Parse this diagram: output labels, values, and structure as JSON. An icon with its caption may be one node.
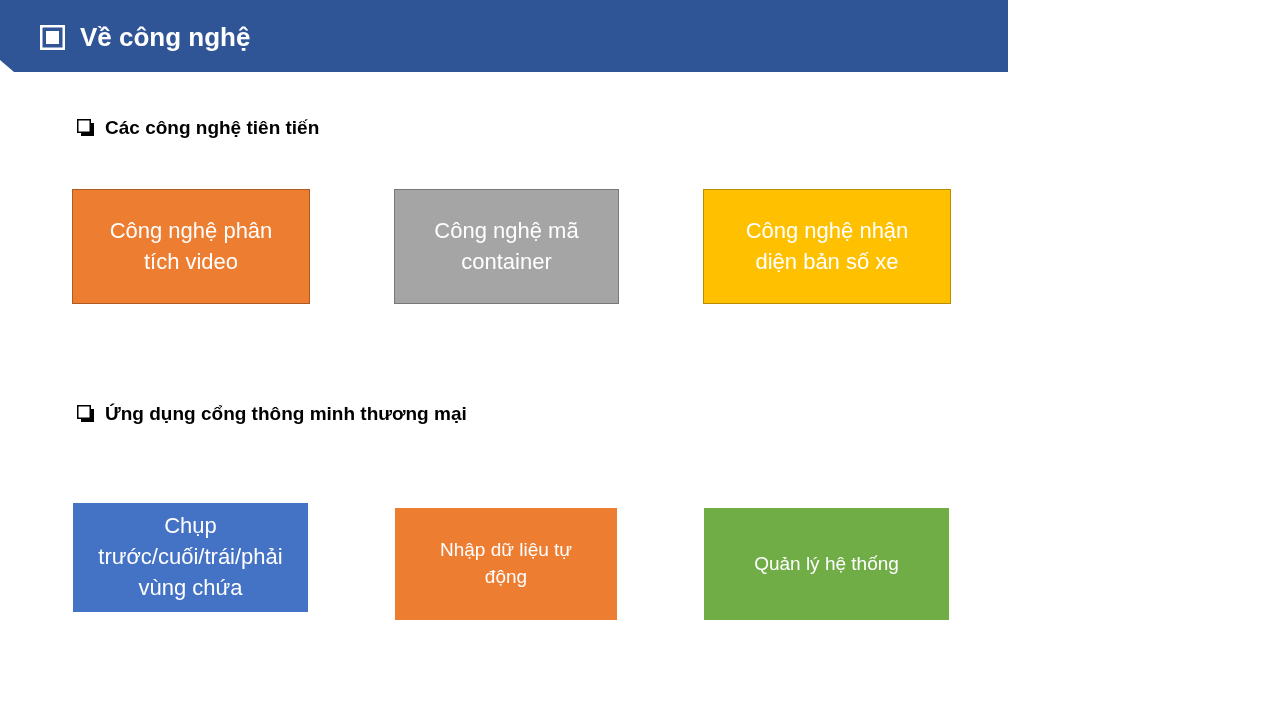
{
  "diagram": {
    "title": "Về công nghệ",
    "nodes": [
      {
        "text": [
          "Công nghệ phân tích video"
        ]
      },
      {
        "text": [
          "Công nghệ mã container"
        ]
      },
      {
        "text": [
          "Công nghệ nhận diện bản số xe"
        ]
      },
      {
        "text": [
          "Chụp trước/cuối/trái/phải vùng chứa"
        ]
      },
      {
        "text": [
          "Nhập dữ liệu tự động"
        ]
      },
      {
        "text": [
          "Quản lý hệ thống"
        ]
      }
    ],
    "edges": [],
    "labels": [
      "Các công nghệ tiên tiến",
      "Ứng dụng cổng thông minh thương mại"
    ]
  }
}
